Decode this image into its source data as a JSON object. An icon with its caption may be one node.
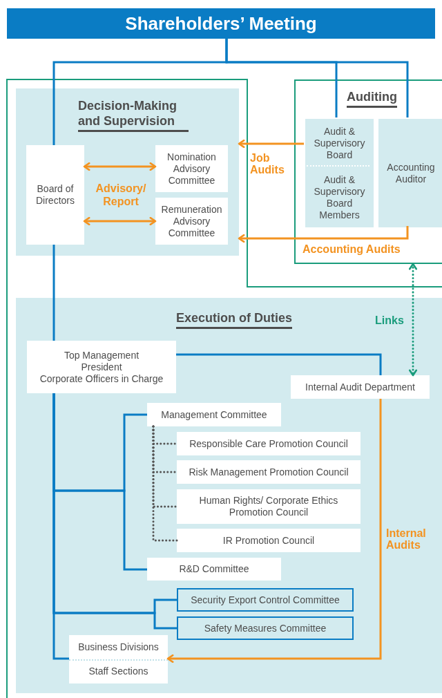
{
  "diagram": {
    "nodes": [
      {
        "text": [
          "Shareholders’ Meeting"
        ]
      },
      {
        "text": [
          "Decision-Making and Supervision"
        ]
      },
      {
        "text": [
          "Board of Directors"
        ],
        "in": 1
      },
      {
        "text": [
          "Nomination Advisory Committee"
        ],
        "in": 1
      },
      {
        "text": [
          "Remuneration Advisory Committee"
        ],
        "in": 1
      },
      {
        "text": [
          "Auditing"
        ]
      },
      {
        "text": [
          "Audit & Supervisory Board"
        ],
        "in": 5
      },
      {
        "text": [
          "Audit & Supervisory Board Members"
        ],
        "in": 5
      },
      {
        "text": [
          "Accounting Auditor"
        ],
        "in": 5
      },
      {
        "text": [
          "Execution of Duties"
        ]
      },
      {
        "text": [
          "Top Management",
          "President",
          "Corporate Officers in Charge"
        ],
        "in": 9
      },
      {
        "text": [
          "Internal Audit Department"
        ],
        "in": 9
      },
      {
        "text": [
          "Management Committee"
        ],
        "in": 9
      },
      {
        "text": [
          "Responsible Care Promotion Council"
        ],
        "in": 9
      },
      {
        "text": [
          "Risk Management Promotion Council"
        ],
        "in": 9
      },
      {
        "text": [
          "Human Rights/ Corporate Ethics Promotion Council"
        ],
        "in": 9
      },
      {
        "text": [
          "IR Promotion Council"
        ],
        "in": 9
      },
      {
        "text": [
          "R&D Committee"
        ],
        "in": 9
      },
      {
        "text": [
          "Security Export Control Committee"
        ],
        "in": 9
      },
      {
        "text": [
          "Safety Measures Committee"
        ],
        "in": 9
      },
      {
        "text": [
          "Business Divisions",
          "Staff Sections"
        ],
        "in": 9
      }
    ],
    "edges": [
      {
        "from": 0,
        "to": 2,
        "arrow": "none"
      },
      {
        "from": 0,
        "to": 6,
        "arrow": "none"
      },
      {
        "from": 0,
        "to": 8,
        "arrow": "none"
      },
      {
        "from": 2,
        "to": 3,
        "arrow": "both",
        "color": "#f39321"
      },
      {
        "from": 2,
        "to": 4,
        "arrow": "both",
        "color": "#f39321"
      },
      {
        "from": 6,
        "to": 1,
        "arrow": "to",
        "label": "Job Audits",
        "color": "#f39321"
      },
      {
        "from": 8,
        "to": 1,
        "arrow": "to",
        "label": "Accounting Audits",
        "color": "#f39321"
      },
      {
        "from": 5,
        "to": 11,
        "arrow": "both",
        "label": "Links",
        "style": "dashed",
        "color": "#1a9c7c"
      },
      {
        "from": 2,
        "to": 10,
        "arrow": "none"
      },
      {
        "from": 10,
        "to": 11,
        "arrow": "none"
      },
      {
        "from": 10,
        "to": 12,
        "arrow": "none"
      },
      {
        "from": 10,
        "to": 17,
        "arrow": "none"
      },
      {
        "from": 10,
        "to": 18,
        "arrow": "none"
      },
      {
        "from": 10,
        "to": 19,
        "arrow": "none"
      },
      {
        "from": 10,
        "to": 20,
        "arrow": "none"
      },
      {
        "from": 12,
        "to": 13,
        "arrow": "none",
        "style": "dashed",
        "color": "#555555"
      },
      {
        "from": 12,
        "to": 14,
        "arrow": "none",
        "style": "dashed",
        "color": "#555555"
      },
      {
        "from": 12,
        "to": 15,
        "arrow": "none",
        "style": "dashed",
        "color": "#555555"
      },
      {
        "from": 12,
        "to": 16,
        "arrow": "none",
        "style": "dashed",
        "color": "#555555"
      },
      {
        "from": 11,
        "to": 20,
        "arrow": "to",
        "label": "Internal Audits",
        "color": "#f39321"
      }
    ],
    "labels": [
      "Advisory/ Report"
    ]
  }
}
